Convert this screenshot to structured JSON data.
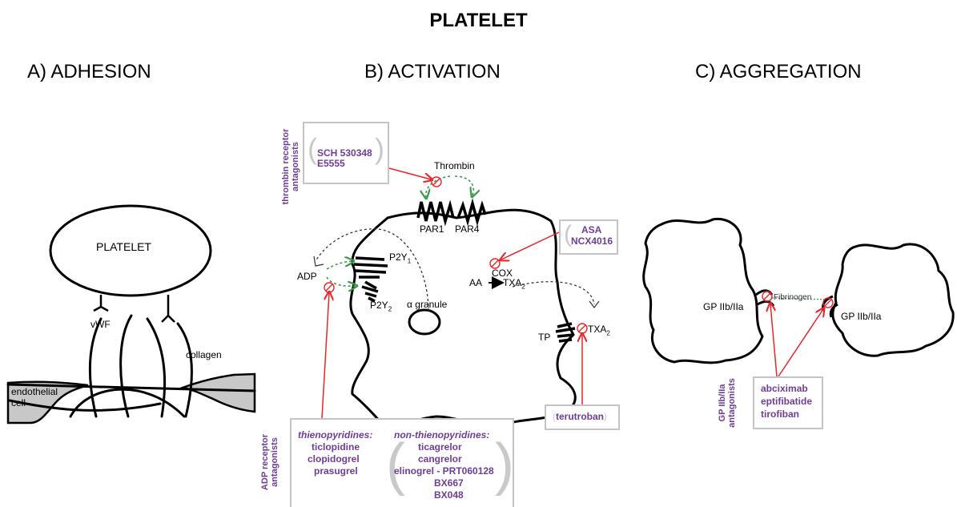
{
  "title": "PLATELET",
  "panels": {
    "a": "A) ADHESION",
    "b": "B) ACTIVATION",
    "c": "C) AGGREGATION"
  },
  "adhesion": {
    "platelet": "PLATELET",
    "vwf": "vWF",
    "collagen": "collagen",
    "endothelial_1": "endothelial",
    "endothelial_2": "cell"
  },
  "activation": {
    "thrombin": "Thrombin",
    "par1": "PAR1",
    "par4": "PAR4",
    "adp": "ADP",
    "p2y1": "P2Y",
    "p2y1_sub": "1",
    "p2y2": "P2Y",
    "p2y2_sub": "2",
    "alpha_granule": "α granule",
    "cox": "COX",
    "aa": "AA",
    "txa2_a": "TXA",
    "txa2_a_sub": "2",
    "txa2_b": "TXA",
    "txa2_b_sub": "2",
    "tp": "TP",
    "thrombin_antag_1": "thrombin receptor",
    "thrombin_antag_2": "antagonists",
    "thrombin_drugs": [
      "SCH 530348",
      "E5555"
    ],
    "asa_drugs": [
      "ASA",
      "NCX4016"
    ],
    "terutroban": "terutroban",
    "adp_antag_1": "ADP receptor",
    "adp_antag_2": "antagonists",
    "thieno_head": "thienopyridines:",
    "thieno_drugs": [
      "ticlopidine",
      "clopidogrel",
      "prasugrel"
    ],
    "nonthieno_head": "non-thienopyridines:",
    "nonthieno_drugs": [
      "ticagrelor",
      "cangrelor",
      "elinogrel - PRT060128",
      "BX667",
      "BX048"
    ]
  },
  "aggregation": {
    "gp1": "GP IIb/IIa",
    "gp2": "GP IIb/IIa",
    "fibrinogen": "Fibrinogen",
    "gp_antag_1": "GP IIb/IIa",
    "gp_antag_2": "antagonists",
    "gp_drugs": [
      "abciximab",
      "eptifibatide",
      "tirofiban"
    ]
  },
  "colors": {
    "drug": "#6f3c99",
    "inhibitor": "#e8262a",
    "activation_arrow": "#3a9a4a",
    "release_arrow": "#333333",
    "box_border": "#c4c4c4",
    "endothelium_fill": "#c8c8c8"
  }
}
